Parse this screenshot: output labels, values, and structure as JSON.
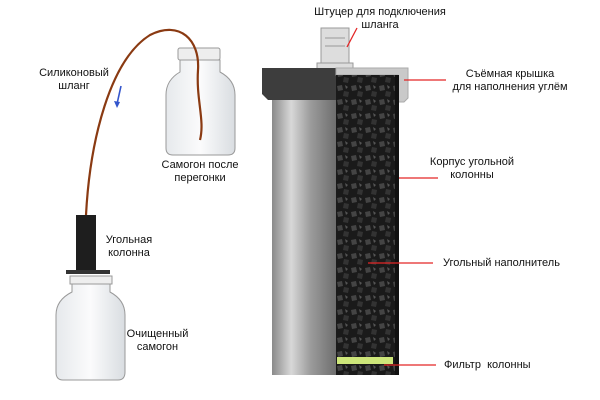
{
  "left_diagram": {
    "hose_label": [
      "Силиконовый",
      "шланг"
    ],
    "raw_label": [
      "Самогон после",
      "перегонки"
    ],
    "column_label": [
      "Угольная",
      "колонна"
    ],
    "clean_label": [
      "Очищенный",
      "самогон"
    ]
  },
  "right_diagram": {
    "fitting_label": [
      "Штуцер для подключения",
      "шланга"
    ],
    "cap_label": [
      "Съёмная крышка",
      "для наполнения углём"
    ],
    "body_label": [
      "Корпус угольной",
      "колонны"
    ],
    "filler_label": "Угольный наполнитель",
    "filter_label": "Фильтр  колонны"
  },
  "colors": {
    "leader": "#e32626",
    "hose": "#8a3a12",
    "arrow": "#3355cc"
  }
}
